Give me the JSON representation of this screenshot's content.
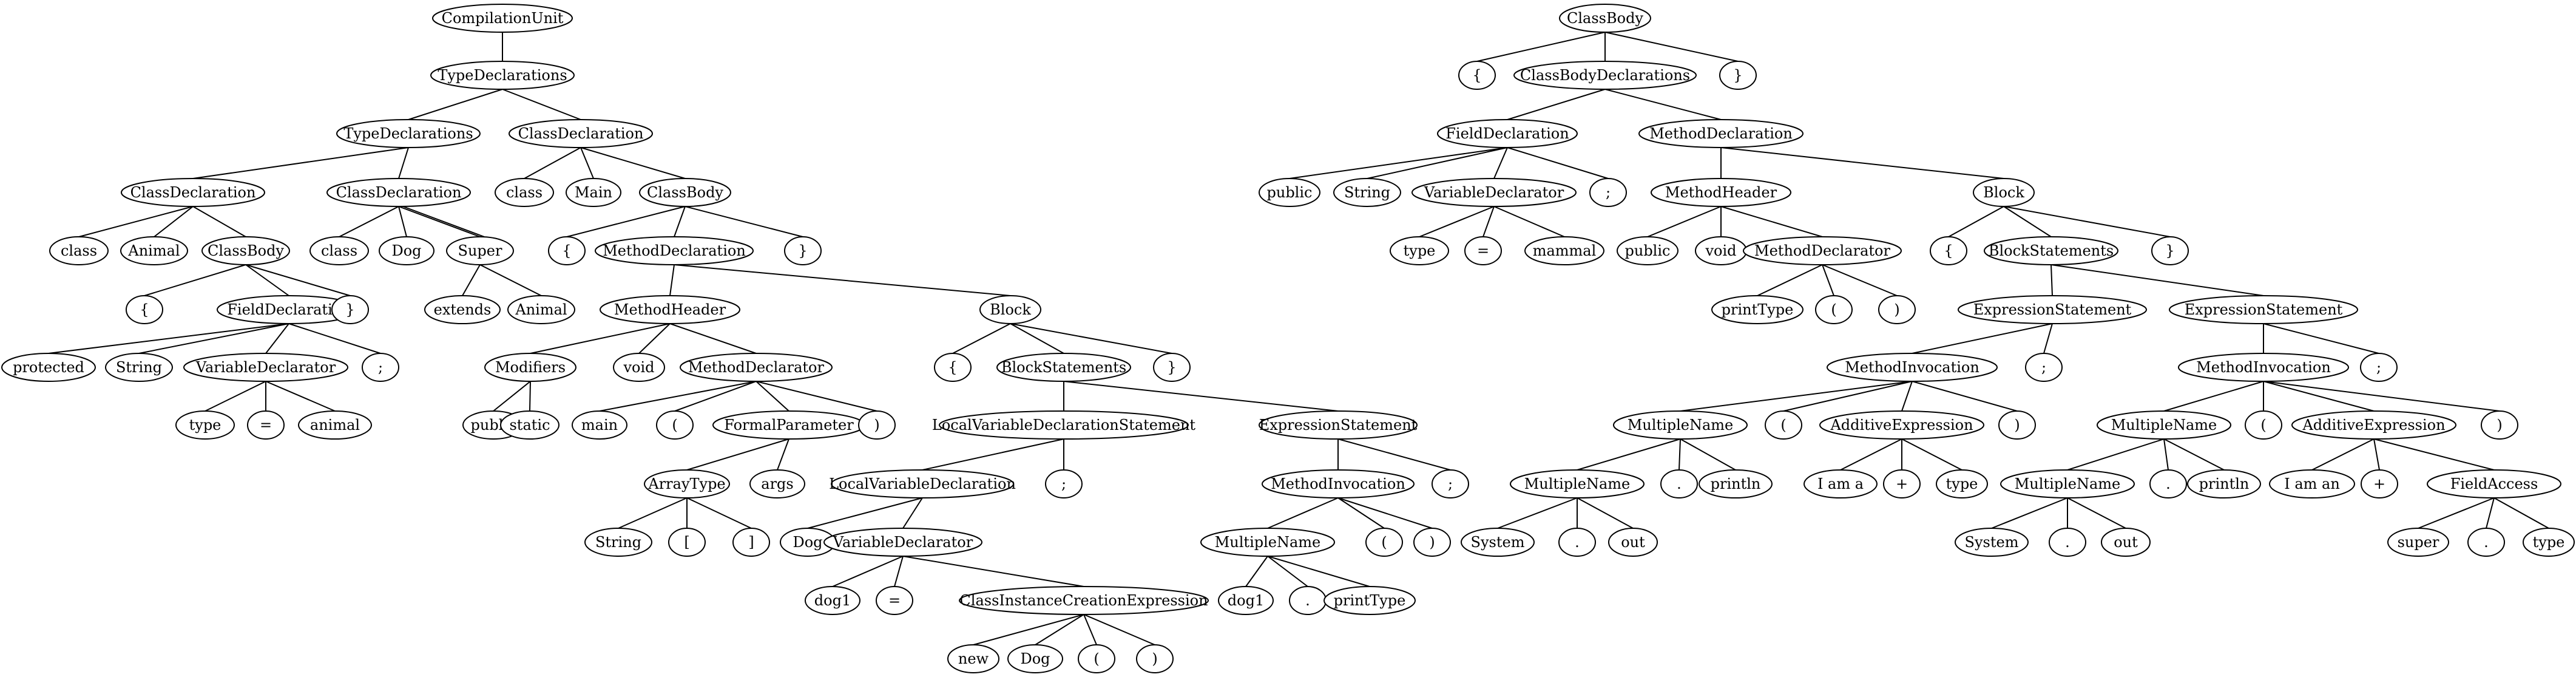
{
  "colors": {
    "stroke": "#000000",
    "fill": "#ffffff",
    "text": "#000000"
  },
  "nodes": [
    {
      "id": "a1",
      "label": "CompilationUnit"
    },
    {
      "id": "a2",
      "label": "TypeDeclarations"
    },
    {
      "id": "a3",
      "label": "TypeDeclarations"
    },
    {
      "id": "a4",
      "label": "ClassDeclaration"
    },
    {
      "id": "a5",
      "label": "ClassDeclaration"
    },
    {
      "id": "a6",
      "label": "ClassDeclaration"
    },
    {
      "id": "a7",
      "label": "class"
    },
    {
      "id": "a8",
      "label": "Animal"
    },
    {
      "id": "a9",
      "label": "ClassBody"
    },
    {
      "id": "a10",
      "label": "{"
    },
    {
      "id": "a11",
      "label": "FieldDeclaration"
    },
    {
      "id": "a12",
      "label": "}"
    },
    {
      "id": "a13",
      "label": "protected"
    },
    {
      "id": "a14",
      "label": "String"
    },
    {
      "id": "a15",
      "label": "VariableDeclarator"
    },
    {
      "id": "a16",
      "label": ";"
    },
    {
      "id": "a17",
      "label": "type"
    },
    {
      "id": "a18",
      "label": "="
    },
    {
      "id": "a19",
      "label": "animal"
    },
    {
      "id": "a20",
      "label": "class"
    },
    {
      "id": "a21",
      "label": "Dog"
    },
    {
      "id": "a22",
      "label": "Super"
    },
    {
      "id": "a23",
      "label": "extends"
    },
    {
      "id": "a24",
      "label": "Animal"
    },
    {
      "id": "a25",
      "label": "class"
    },
    {
      "id": "a26",
      "label": "Main"
    },
    {
      "id": "a27",
      "label": "ClassBody"
    },
    {
      "id": "a28",
      "label": "{"
    },
    {
      "id": "a29",
      "label": "MethodDeclaration"
    },
    {
      "id": "a30",
      "label": "}"
    },
    {
      "id": "a31",
      "label": "MethodHeader"
    },
    {
      "id": "a32",
      "label": "Block"
    },
    {
      "id": "a33",
      "label": "Modifiers"
    },
    {
      "id": "a34",
      "label": "void"
    },
    {
      "id": "a35",
      "label": "MethodDeclarator"
    },
    {
      "id": "a36",
      "label": "public"
    },
    {
      "id": "a37",
      "label": "static"
    },
    {
      "id": "a38",
      "label": "main"
    },
    {
      "id": "a39",
      "label": "("
    },
    {
      "id": "a40",
      "label": "FormalParameter"
    },
    {
      "id": "a41",
      "label": ")"
    },
    {
      "id": "a42",
      "label": "ArrayType"
    },
    {
      "id": "a43",
      "label": "args"
    },
    {
      "id": "a44",
      "label": "String"
    },
    {
      "id": "a45",
      "label": "["
    },
    {
      "id": "a46",
      "label": "]"
    },
    {
      "id": "a47",
      "label": "{"
    },
    {
      "id": "a48",
      "label": "BlockStatements"
    },
    {
      "id": "a49",
      "label": "}"
    },
    {
      "id": "a50",
      "label": "LocalVariableDeclarationStatement"
    },
    {
      "id": "a51",
      "label": "ExpressionStatement"
    },
    {
      "id": "a52",
      "label": "LocalVariableDeclaration"
    },
    {
      "id": "a53",
      "label": ";"
    },
    {
      "id": "a54",
      "label": "Dog"
    },
    {
      "id": "a55",
      "label": "VariableDeclarator"
    },
    {
      "id": "a56",
      "label": "dog1"
    },
    {
      "id": "a57",
      "label": "="
    },
    {
      "id": "a58",
      "label": "ClassInstanceCreationExpression"
    },
    {
      "id": "a59",
      "label": "new"
    },
    {
      "id": "a60",
      "label": "Dog"
    },
    {
      "id": "a61",
      "label": "("
    },
    {
      "id": "a62",
      "label": ")"
    },
    {
      "id": "a63",
      "label": "MethodInvocation"
    },
    {
      "id": "a64",
      "label": ";"
    },
    {
      "id": "a65",
      "label": "MultipleName"
    },
    {
      "id": "a66",
      "label": "("
    },
    {
      "id": "a67",
      "label": ")"
    },
    {
      "id": "a68",
      "label": "dog1"
    },
    {
      "id": "a69",
      "label": "."
    },
    {
      "id": "a70",
      "label": "printType"
    },
    {
      "id": "b1",
      "label": "ClassBody"
    },
    {
      "id": "b2",
      "label": "{"
    },
    {
      "id": "b3",
      "label": "ClassBodyDeclarations"
    },
    {
      "id": "b4",
      "label": "}"
    },
    {
      "id": "b5",
      "label": "FieldDeclaration"
    },
    {
      "id": "b6",
      "label": "MethodDeclaration"
    },
    {
      "id": "b7",
      "label": "public"
    },
    {
      "id": "b8",
      "label": "String"
    },
    {
      "id": "b9",
      "label": "VariableDeclarator"
    },
    {
      "id": "b10",
      "label": ";"
    },
    {
      "id": "b11",
      "label": "type"
    },
    {
      "id": "b12",
      "label": "="
    },
    {
      "id": "b13",
      "label": "mammal"
    },
    {
      "id": "b14",
      "label": "MethodHeader"
    },
    {
      "id": "b15",
      "label": "Block"
    },
    {
      "id": "b16",
      "label": "public"
    },
    {
      "id": "b17",
      "label": "void"
    },
    {
      "id": "b18",
      "label": "MethodDeclarator"
    },
    {
      "id": "b19",
      "label": "printType"
    },
    {
      "id": "b20",
      "label": "("
    },
    {
      "id": "b21",
      "label": ")"
    },
    {
      "id": "b22",
      "label": "{"
    },
    {
      "id": "b23",
      "label": "BlockStatements"
    },
    {
      "id": "b24",
      "label": "}"
    },
    {
      "id": "b25",
      "label": "ExpressionStatement"
    },
    {
      "id": "b26",
      "label": "ExpressionStatement"
    },
    {
      "id": "b27",
      "label": "MethodInvocation"
    },
    {
      "id": "b28",
      "label": ";"
    },
    {
      "id": "b29",
      "label": "MultipleName"
    },
    {
      "id": "b30",
      "label": "("
    },
    {
      "id": "b31",
      "label": "AdditiveExpression"
    },
    {
      "id": "b32",
      "label": ")"
    },
    {
      "id": "b33",
      "label": "MultipleName"
    },
    {
      "id": "b34",
      "label": "."
    },
    {
      "id": "b35",
      "label": "println"
    },
    {
      "id": "b36",
      "label": "System"
    },
    {
      "id": "b37",
      "label": "."
    },
    {
      "id": "b38",
      "label": "out"
    },
    {
      "id": "b39",
      "label": "I am a"
    },
    {
      "id": "b40",
      "label": "+"
    },
    {
      "id": "b41",
      "label": "type"
    },
    {
      "id": "b42",
      "label": "MethodInvocation"
    },
    {
      "id": "b43",
      "label": ";"
    },
    {
      "id": "b44",
      "label": "MultipleName"
    },
    {
      "id": "b45",
      "label": "("
    },
    {
      "id": "b46",
      "label": "AdditiveExpression"
    },
    {
      "id": "b47",
      "label": ")"
    },
    {
      "id": "b48",
      "label": "MultipleName"
    },
    {
      "id": "b49",
      "label": "."
    },
    {
      "id": "b50",
      "label": "println"
    },
    {
      "id": "b51",
      "label": "System"
    },
    {
      "id": "b52",
      "label": "."
    },
    {
      "id": "b53",
      "label": "out"
    },
    {
      "id": "b54",
      "label": "I am an"
    },
    {
      "id": "b55",
      "label": "+"
    },
    {
      "id": "b56",
      "label": "FieldAccess"
    },
    {
      "id": "b57",
      "label": "super"
    },
    {
      "id": "b58",
      "label": "."
    },
    {
      "id": "b59",
      "label": "type"
    }
  ],
  "edges": [
    [
      "a1",
      "a2"
    ],
    [
      "a2",
      "a3"
    ],
    [
      "a2",
      "a6"
    ],
    [
      "a3",
      "a4"
    ],
    [
      "a3",
      "a5"
    ],
    [
      "a4",
      "a7"
    ],
    [
      "a4",
      "a8"
    ],
    [
      "a4",
      "a9"
    ],
    [
      "a9",
      "a10"
    ],
    [
      "a9",
      "a11"
    ],
    [
      "a9",
      "a12"
    ],
    [
      "a11",
      "a13"
    ],
    [
      "a11",
      "a14"
    ],
    [
      "a11",
      "a15"
    ],
    [
      "a11",
      "a16"
    ],
    [
      "a15",
      "a17"
    ],
    [
      "a15",
      "a18"
    ],
    [
      "a15",
      "a19"
    ],
    [
      "a5",
      "a20"
    ],
    [
      "a5",
      "a21"
    ],
    [
      "a5",
      "a22"
    ],
    [
      "a5",
      "a22"
    ],
    [
      "a22",
      "a23"
    ],
    [
      "a22",
      "a24"
    ],
    [
      "a6",
      "a25"
    ],
    [
      "a6",
      "a26"
    ],
    [
      "a6",
      "a27"
    ],
    [
      "a27",
      "a28"
    ],
    [
      "a27",
      "a29"
    ],
    [
      "a27",
      "a30"
    ],
    [
      "a29",
      "a31"
    ],
    [
      "a29",
      "a32"
    ],
    [
      "a31",
      "a33"
    ],
    [
      "a31",
      "a34"
    ],
    [
      "a31",
      "a35"
    ],
    [
      "a33",
      "a36"
    ],
    [
      "a33",
      "a37"
    ],
    [
      "a35",
      "a38"
    ],
    [
      "a35",
      "a39"
    ],
    [
      "a35",
      "a40"
    ],
    [
      "a35",
      "a41"
    ],
    [
      "a40",
      "a42"
    ],
    [
      "a40",
      "a43"
    ],
    [
      "a42",
      "a44"
    ],
    [
      "a42",
      "a45"
    ],
    [
      "a42",
      "a46"
    ],
    [
      "a32",
      "a47"
    ],
    [
      "a32",
      "a48"
    ],
    [
      "a32",
      "a49"
    ],
    [
      "a48",
      "a50"
    ],
    [
      "a48",
      "a51"
    ],
    [
      "a50",
      "a52"
    ],
    [
      "a50",
      "a53"
    ],
    [
      "a52",
      "a54"
    ],
    [
      "a52",
      "a55"
    ],
    [
      "a55",
      "a56"
    ],
    [
      "a55",
      "a57"
    ],
    [
      "a55",
      "a58"
    ],
    [
      "a58",
      "a59"
    ],
    [
      "a58",
      "a60"
    ],
    [
      "a58",
      "a61"
    ],
    [
      "a58",
      "a62"
    ],
    [
      "a51",
      "a63"
    ],
    [
      "a51",
      "a64"
    ],
    [
      "a63",
      "a65"
    ],
    [
      "a63",
      "a66"
    ],
    [
      "a63",
      "a67"
    ],
    [
      "a65",
      "a68"
    ],
    [
      "a65",
      "a69"
    ],
    [
      "a65",
      "a70"
    ],
    [
      "b1",
      "b2"
    ],
    [
      "b1",
      "b3"
    ],
    [
      "b1",
      "b4"
    ],
    [
      "b3",
      "b5"
    ],
    [
      "b3",
      "b6"
    ],
    [
      "b5",
      "b7"
    ],
    [
      "b5",
      "b8"
    ],
    [
      "b5",
      "b9"
    ],
    [
      "b5",
      "b10"
    ],
    [
      "b9",
      "b11"
    ],
    [
      "b9",
      "b12"
    ],
    [
      "b9",
      "b13"
    ],
    [
      "b6",
      "b14"
    ],
    [
      "b6",
      "b15"
    ],
    [
      "b14",
      "b16"
    ],
    [
      "b14",
      "b17"
    ],
    [
      "b14",
      "b18"
    ],
    [
      "b18",
      "b19"
    ],
    [
      "b18",
      "b20"
    ],
    [
      "b18",
      "b21"
    ],
    [
      "b15",
      "b22"
    ],
    [
      "b15",
      "b23"
    ],
    [
      "b15",
      "b24"
    ],
    [
      "b23",
      "b25"
    ],
    [
      "b23",
      "b26"
    ],
    [
      "b25",
      "b27"
    ],
    [
      "b25",
      "b28"
    ],
    [
      "b27",
      "b29"
    ],
    [
      "b27",
      "b30"
    ],
    [
      "b27",
      "b31"
    ],
    [
      "b27",
      "b32"
    ],
    [
      "b29",
      "b33"
    ],
    [
      "b29",
      "b34"
    ],
    [
      "b29",
      "b35"
    ],
    [
      "b33",
      "b36"
    ],
    [
      "b33",
      "b37"
    ],
    [
      "b33",
      "b38"
    ],
    [
      "b31",
      "b39"
    ],
    [
      "b31",
      "b40"
    ],
    [
      "b31",
      "b41"
    ],
    [
      "b26",
      "b42"
    ],
    [
      "b26",
      "b43"
    ],
    [
      "b42",
      "b44"
    ],
    [
      "b42",
      "b45"
    ],
    [
      "b42",
      "b46"
    ],
    [
      "b42",
      "b47"
    ],
    [
      "b44",
      "b48"
    ],
    [
      "b44",
      "b49"
    ],
    [
      "b44",
      "b50"
    ],
    [
      "b48",
      "b51"
    ],
    [
      "b48",
      "b52"
    ],
    [
      "b48",
      "b53"
    ],
    [
      "b46",
      "b54"
    ],
    [
      "b46",
      "b55"
    ],
    [
      "b46",
      "b56"
    ],
    [
      "b56",
      "b57"
    ],
    [
      "b56",
      "b58"
    ],
    [
      "b56",
      "b59"
    ]
  ]
}
